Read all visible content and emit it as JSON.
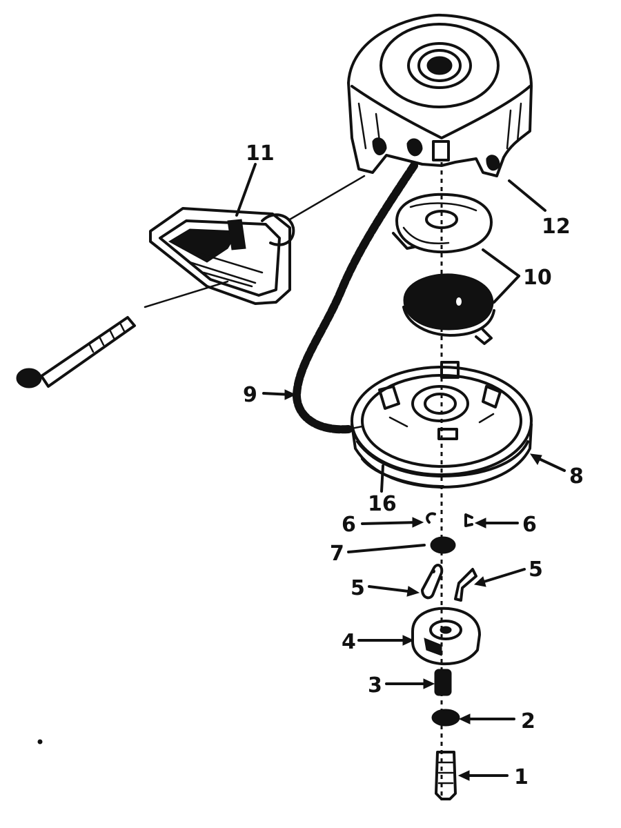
{
  "diagram": {
    "callouts": [
      {
        "id": "c1",
        "text": "1"
      },
      {
        "id": "c2",
        "text": "2"
      },
      {
        "id": "c3",
        "text": "3"
      },
      {
        "id": "c4",
        "text": "4"
      },
      {
        "id": "c5a",
        "text": "5"
      },
      {
        "id": "c5b",
        "text": "5"
      },
      {
        "id": "c6a",
        "text": "6"
      },
      {
        "id": "c6b",
        "text": "6"
      },
      {
        "id": "c7",
        "text": "7"
      },
      {
        "id": "c8",
        "text": "8"
      },
      {
        "id": "c9",
        "text": "9"
      },
      {
        "id": "c10",
        "text": "10"
      },
      {
        "id": "c11",
        "text": "11"
      },
      {
        "id": "c12",
        "text": "12"
      },
      {
        "id": "c16",
        "text": "16"
      }
    ]
  },
  "colors": {
    "ink": "#111111",
    "background": "#ffffff"
  }
}
